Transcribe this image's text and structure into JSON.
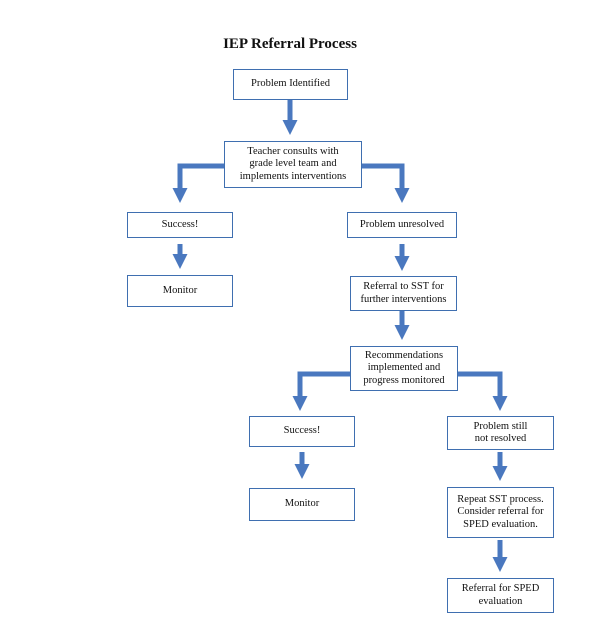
{
  "title": "IEP Referral Process",
  "nodes": {
    "problem_identified": "Problem Identified",
    "teacher_consults": "Teacher consults with\ngrade level team and\nimplements interventions",
    "success_1": "Success!",
    "problem_unresolved": "Problem unresolved",
    "monitor_1": "Monitor",
    "referral_sst": "Referral to SST for\nfurther interventions",
    "recommendations": "Recommendations\nimplemented and\nprogress monitored",
    "success_2": "Success!",
    "problem_still": "Problem still\nnot resolved",
    "monitor_2": "Monitor",
    "repeat_sst": "Repeat SST process.\nConsider referral for\nSPED evaluation.",
    "referral_sped": "Referral for SPED\nevaluation"
  },
  "colors": {
    "arrow": "#4a78bf",
    "box_border": "#3f6fb0"
  }
}
